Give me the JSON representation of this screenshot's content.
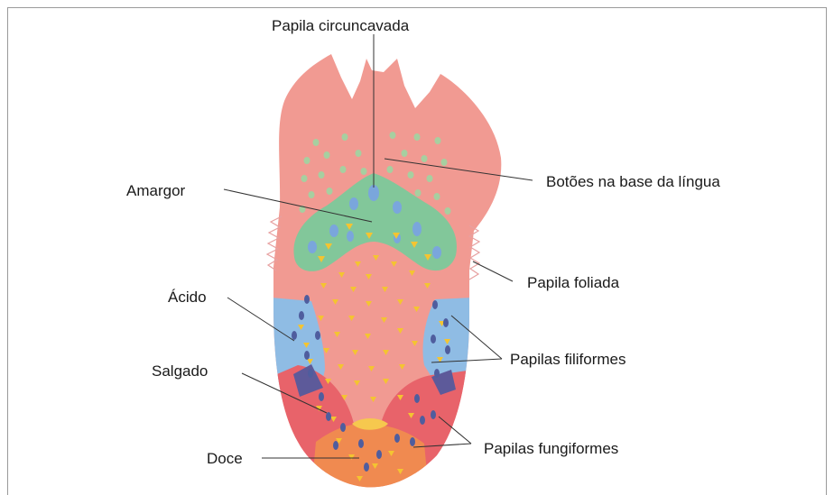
{
  "labels": {
    "papila_circuncavada": "Papila circuncavada",
    "amargor": "Amargor",
    "botoes": "Botões na base da língua",
    "papila_foliada": "Papila foliada",
    "acido": "Ácido",
    "papilas_filiformes": "Papilas filiformes",
    "salgado": "Salgado",
    "papilas_fungiformes": "Papilas fungiformes",
    "doce": "Doce"
  },
  "colors": {
    "tongue": "#f19a92",
    "bitter": "#82c79a",
    "sour": "#8fbce4",
    "salty": "#e8636a",
    "sweet": "#f08a50",
    "sweet_tip": "#f6c84e",
    "papilla_yellow": "#f4c431",
    "papilla_blue": "#5b7fc4",
    "papilla_navy": "#4a4f92",
    "base_dots": "#a7cfa0"
  }
}
